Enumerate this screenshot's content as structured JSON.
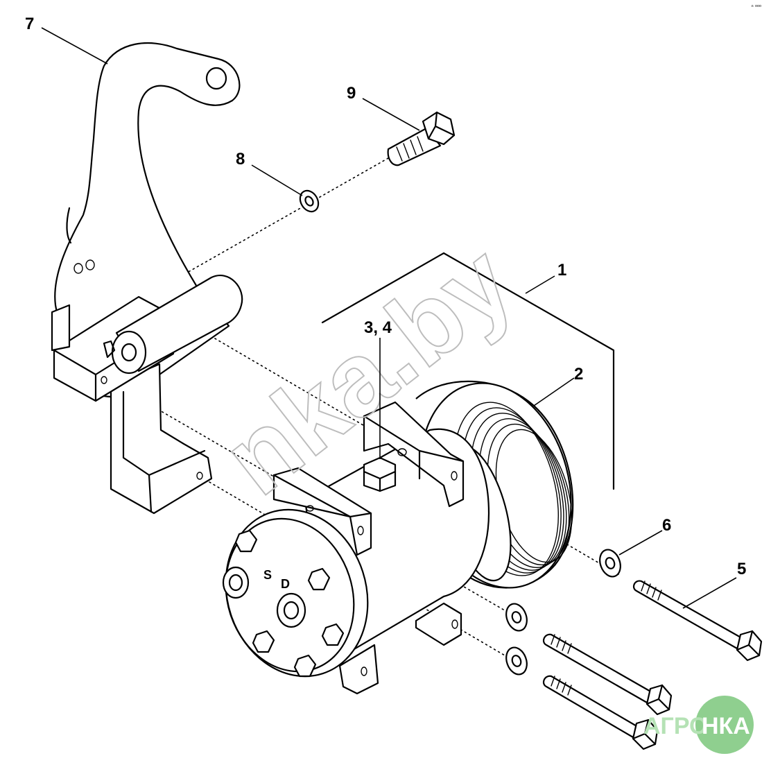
{
  "callouts": {
    "c1": "1",
    "c2": "2",
    "c34": "3, 4",
    "c5": "5",
    "c6": "6",
    "c7": "7",
    "c8": "8",
    "c9": "9"
  },
  "stamps": {
    "port_s": "S",
    "port_d": "D"
  },
  "watermark": {
    "text": "nka.by"
  },
  "logo": {
    "left": "АГРО",
    "right": "НКА",
    "color": "#8fcf8f"
  },
  "corner_mark": "ⁿ ᵒᵒᵒ"
}
